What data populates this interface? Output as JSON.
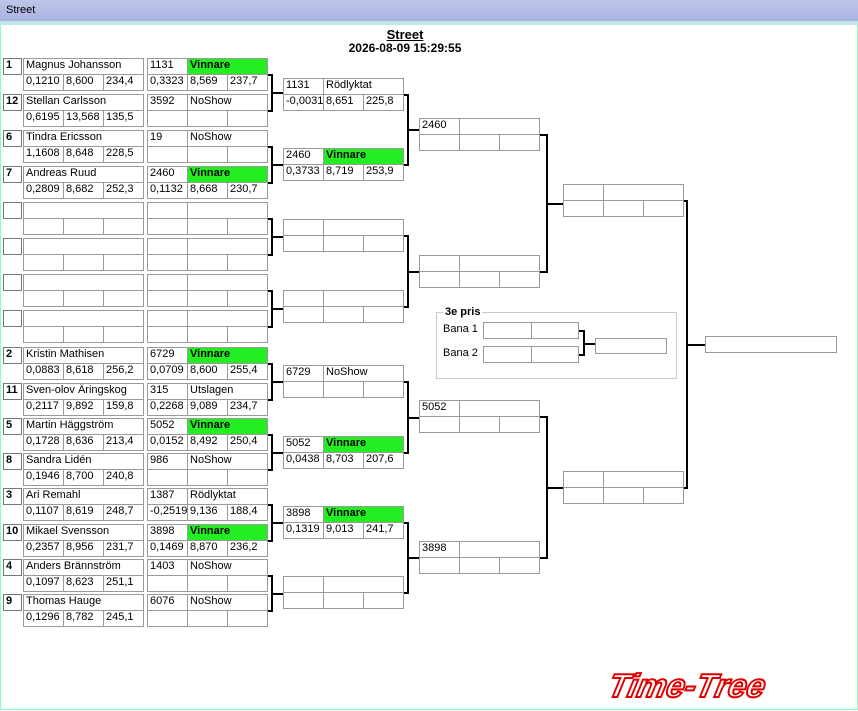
{
  "window": {
    "title": "Street"
  },
  "header": {
    "title": "Street",
    "datetime": "2026-08-09 15:29:55"
  },
  "round1": [
    {
      "seed": "1",
      "name": "Magnus Johansson",
      "rt": "0,1210",
      "et": "8,600",
      "speed": "234,4",
      "win": true
    },
    {
      "seed": "12",
      "name": "Stellan Carlsson",
      "rt": "0,6195",
      "et": "13,568",
      "speed": "135,5",
      "win": false
    },
    {
      "seed": "6",
      "name": "Tindra  Ericsson",
      "rt": "1,1608",
      "et": "8,648",
      "speed": "228,5",
      "win": false
    },
    {
      "seed": "7",
      "name": "Andreas  Ruud",
      "rt": "0,2809",
      "et": "8,682",
      "speed": "252,3",
      "win": true
    },
    {
      "seed": "",
      "name": "",
      "rt": "",
      "et": "",
      "speed": "",
      "win": false
    },
    {
      "seed": "",
      "name": "",
      "rt": "",
      "et": "",
      "speed": "",
      "win": false
    },
    {
      "seed": "",
      "name": "",
      "rt": "",
      "et": "",
      "speed": "",
      "win": false
    },
    {
      "seed": "",
      "name": "",
      "rt": "",
      "et": "",
      "speed": "",
      "win": false
    },
    {
      "seed": "2",
      "name": "Kristin Mathisen",
      "rt": "0,0883",
      "et": "8,618",
      "speed": "256,2",
      "win": true
    },
    {
      "seed": "11",
      "name": "Sven-olov Äringskog",
      "rt": "0,2117",
      "et": "9,892",
      "speed": "159,8",
      "win": false
    },
    {
      "seed": "5",
      "name": "Martin Häggström",
      "rt": "0,1728",
      "et": "8,636",
      "speed": "213,4",
      "win": true
    },
    {
      "seed": "8",
      "name": "Sandra Lidén",
      "rt": "0,1946",
      "et": "8,700",
      "speed": "240,8",
      "win": false
    },
    {
      "seed": "3",
      "name": "Ari Remahl",
      "rt": "0,1107",
      "et": "8,619",
      "speed": "248,7",
      "win": false
    },
    {
      "seed": "10",
      "name": "Mikael  Svensson",
      "rt": "0,2357",
      "et": "8,956",
      "speed": "231,7",
      "win": true
    },
    {
      "seed": "4",
      "name": "Anders Brännström",
      "rt": "0,1097",
      "et": "8,623",
      "speed": "251,1",
      "win": false
    },
    {
      "seed": "9",
      "name": "Thomas Hauge",
      "rt": "0,1296",
      "et": "8,782",
      "speed": "245,1",
      "win": false
    }
  ],
  "round2": [
    {
      "id": "1131",
      "status": "Vinnare",
      "rt": "0,3323",
      "et": "8,569",
      "speed": "237,7",
      "win": true
    },
    {
      "id": "3592",
      "status": "NoShow",
      "rt": "",
      "et": "",
      "speed": "",
      "win": false
    },
    {
      "id": "19",
      "status": "NoShow",
      "rt": "",
      "et": "",
      "speed": "",
      "win": false
    },
    {
      "id": "2460",
      "status": "Vinnare",
      "rt": "0,1132",
      "et": "8,668",
      "speed": "230,7",
      "win": true
    },
    {
      "id": "",
      "status": "",
      "rt": "",
      "et": "",
      "speed": "",
      "win": false
    },
    {
      "id": "",
      "status": "",
      "rt": "",
      "et": "",
      "speed": "",
      "win": false
    },
    {
      "id": "",
      "status": "",
      "rt": "",
      "et": "",
      "speed": "",
      "win": false
    },
    {
      "id": "",
      "status": "",
      "rt": "",
      "et": "",
      "speed": "",
      "win": false
    },
    {
      "id": "6729",
      "status": "Vinnare",
      "rt": "0,0709",
      "et": "8,600",
      "speed": "255,4",
      "win": true
    },
    {
      "id": "315",
      "status": "Utslagen",
      "rt": "0,2268",
      "et": "9,089",
      "speed": "234,7",
      "win": false
    },
    {
      "id": "5052",
      "status": "Vinnare",
      "rt": "0,0152",
      "et": "8,492",
      "speed": "250,4",
      "win": true
    },
    {
      "id": "986",
      "status": "NoShow",
      "rt": "",
      "et": "",
      "speed": "",
      "win": false
    },
    {
      "id": "1387",
      "status": "Rödlyktat",
      "rt": "-0,2519",
      "et": "9,136",
      "speed": "188,4",
      "win": false
    },
    {
      "id": "3898",
      "status": "Vinnare",
      "rt": "0,1469",
      "et": "8,870",
      "speed": "236,2",
      "win": true
    },
    {
      "id": "1403",
      "status": "NoShow",
      "rt": "",
      "et": "",
      "speed": "",
      "win": false
    },
    {
      "id": "6076",
      "status": "NoShow",
      "rt": "",
      "et": "",
      "speed": "",
      "win": false
    }
  ],
  "round3": [
    {
      "id": "1131",
      "status": "Rödlyktat",
      "rt": "-0,0031",
      "et": "8,651",
      "speed": "225,8",
      "win": false
    },
    {
      "id": "2460",
      "status": "Vinnare",
      "rt": "0,3733",
      "et": "8,719",
      "speed": "253,9",
      "win": true
    },
    {
      "id": "",
      "status": "",
      "rt": "",
      "et": "",
      "speed": "",
      "win": false
    },
    {
      "id": "",
      "status": "",
      "rt": "",
      "et": "",
      "speed": "",
      "win": false
    },
    {
      "id": "6729",
      "status": "NoShow",
      "rt": "",
      "et": "",
      "speed": "",
      "win": false
    },
    {
      "id": "5052",
      "status": "Vinnare",
      "rt": "0,0438",
      "et": "8,703",
      "speed": "207,6",
      "win": true
    },
    {
      "id": "3898",
      "status": "Vinnare",
      "rt": "0,1319",
      "et": "9,013",
      "speed": "241,7",
      "win": true
    },
    {
      "id": "",
      "status": "",
      "rt": "",
      "et": "",
      "speed": "",
      "win": false
    }
  ],
  "round4": [
    {
      "id": "2460",
      "status": "",
      "rt": "",
      "et": "",
      "speed": ""
    },
    {
      "id": "",
      "status": "",
      "rt": "",
      "et": "",
      "speed": ""
    },
    {
      "id": "5052",
      "status": "",
      "rt": "",
      "et": "",
      "speed": ""
    },
    {
      "id": "3898",
      "status": "",
      "rt": "",
      "et": "",
      "speed": ""
    }
  ],
  "round5": [
    {
      "id": "",
      "status": "",
      "rt": "",
      "et": "",
      "speed": ""
    },
    {
      "id": "",
      "status": "",
      "rt": "",
      "et": "",
      "speed": ""
    }
  ],
  "final_winner": "",
  "third_place": {
    "title": "3e pris",
    "lane1_label": "Bana 1",
    "lane2_label": "Bana 2",
    "winner": ""
  },
  "logo": {
    "text": "Time-Tree",
    "color": "#e00000"
  },
  "colors": {
    "winner": "#22ee22",
    "titlebar": "#bfc6ea"
  }
}
